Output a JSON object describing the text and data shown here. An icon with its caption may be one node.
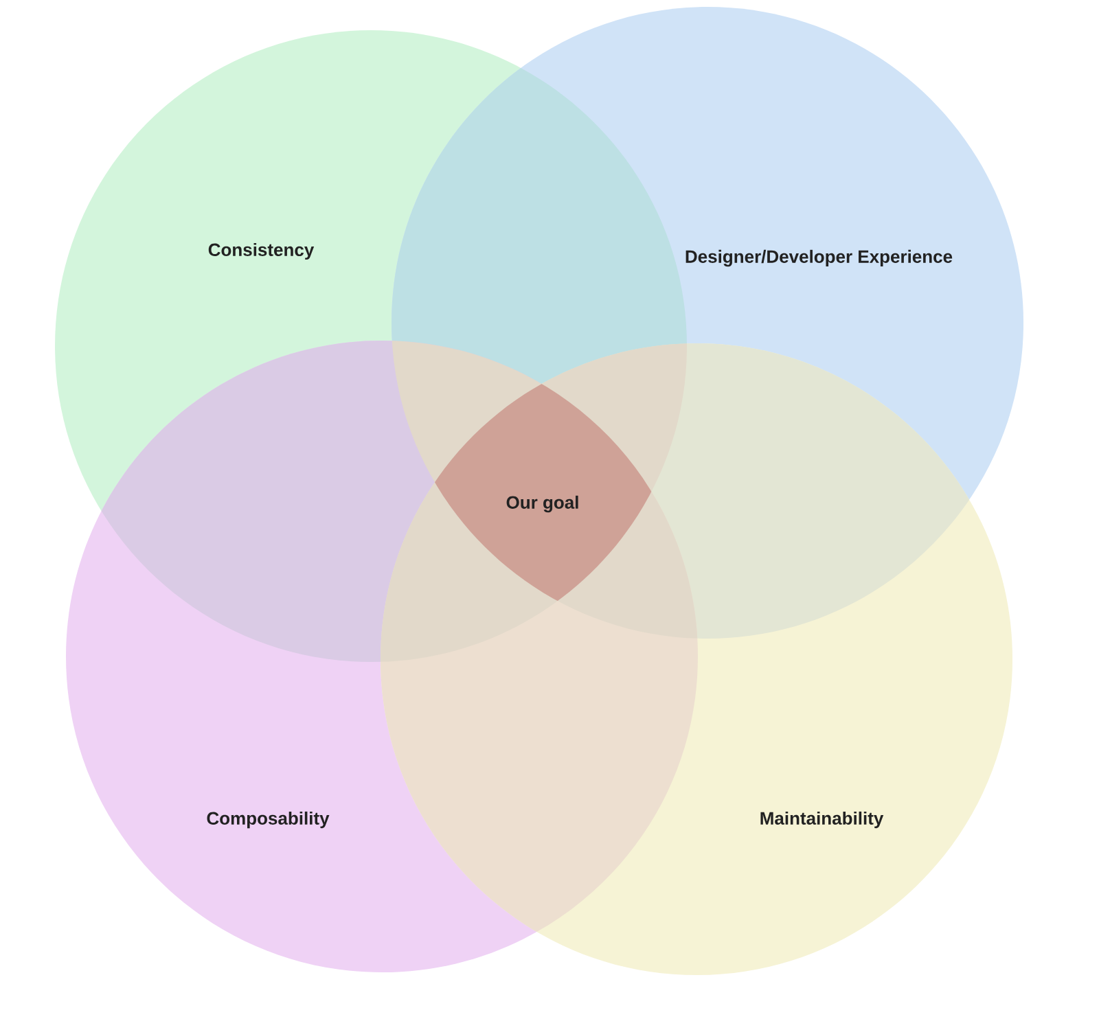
{
  "diagram": {
    "nodes": [
      {
        "text": [
          "Consistency"
        ]
      },
      {
        "text": [
          "Designer/Developer Experience"
        ]
      },
      {
        "text": [
          "Composability"
        ]
      },
      {
        "text": [
          "Maintainability"
        ]
      },
      {
        "text": [
          "Our goal"
        ]
      }
    ]
  }
}
